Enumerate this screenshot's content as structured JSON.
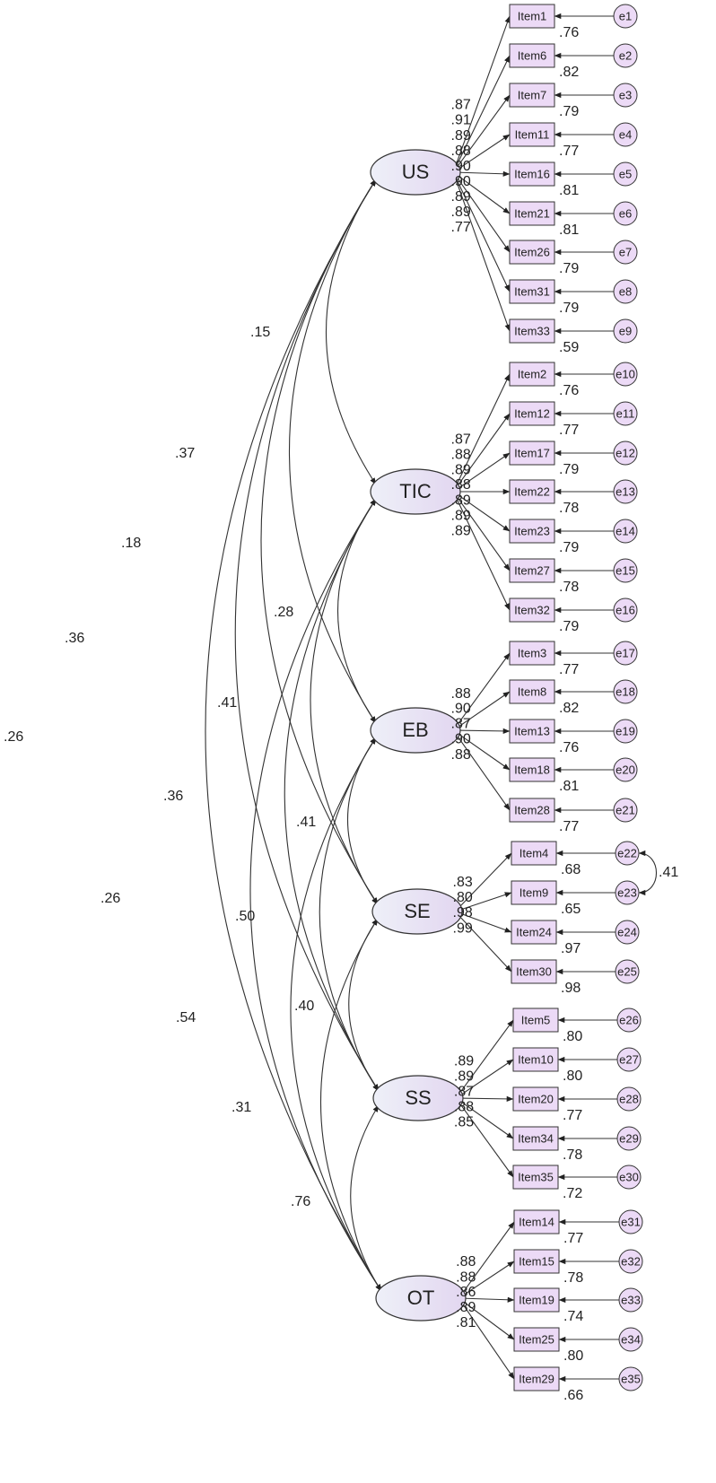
{
  "colors": {
    "latent_fill_from": "#eef0f8",
    "latent_fill_to": "#e2d6f0",
    "item_fill": "#ecdaf6",
    "error_fill": "#ecdaf6",
    "stroke": "#333333"
  },
  "latents": [
    {
      "id": "US",
      "label": "US"
    },
    {
      "id": "TIC",
      "label": "TIC"
    },
    {
      "id": "EB",
      "label": "EB"
    },
    {
      "id": "SE",
      "label": "SE"
    },
    {
      "id": "SS",
      "label": "SS"
    },
    {
      "id": "OT",
      "label": "OT"
    }
  ],
  "items": [
    {
      "label": "Item1",
      "latent": "US",
      "loading": ".87",
      "r2": ".76",
      "error": "e1"
    },
    {
      "label": "Item6",
      "latent": "US",
      "loading": ".91",
      "r2": ".82",
      "error": "e2"
    },
    {
      "label": "Item7",
      "latent": "US",
      "loading": ".89",
      "r2": ".79",
      "error": "e3"
    },
    {
      "label": "Item11",
      "latent": "US",
      "loading": ".88",
      "r2": ".77",
      "error": "e4"
    },
    {
      "label": "Item16",
      "latent": "US",
      "loading": ".90",
      "r2": ".81",
      "error": "e5"
    },
    {
      "label": "Item21",
      "latent": "US",
      "loading": ".90",
      "r2": ".81",
      "error": "e6"
    },
    {
      "label": "Item26",
      "latent": "US",
      "loading": ".89",
      "r2": ".79",
      "error": "e7"
    },
    {
      "label": "Item31",
      "latent": "US",
      "loading": ".89",
      "r2": ".79",
      "error": "e8"
    },
    {
      "label": "Item33",
      "latent": "US",
      "loading": ".77",
      "r2": ".59",
      "error": "e9"
    },
    {
      "label": "Item2",
      "latent": "TIC",
      "loading": ".87",
      "r2": ".76",
      "error": "e10"
    },
    {
      "label": "Item12",
      "latent": "TIC",
      "loading": ".88",
      "r2": ".77",
      "error": "e11"
    },
    {
      "label": "Item17",
      "latent": "TIC",
      "loading": ".89",
      "r2": ".79",
      "error": "e12"
    },
    {
      "label": "Item22",
      "latent": "TIC",
      "loading": ".88",
      "r2": ".78",
      "error": "e13"
    },
    {
      "label": "Item23",
      "latent": "TIC",
      "loading": ".89",
      "r2": ".79",
      "error": "e14"
    },
    {
      "label": "Item27",
      "latent": "TIC",
      "loading": ".89",
      "r2": ".78",
      "error": "e15"
    },
    {
      "label": "Item32",
      "latent": "TIC",
      "loading": ".89",
      "r2": ".79",
      "error": "e16"
    },
    {
      "label": "Item3",
      "latent": "EB",
      "loading": ".88",
      "r2": ".77",
      "error": "e17"
    },
    {
      "label": "Item8",
      "latent": "EB",
      "loading": ".90",
      "r2": ".82",
      "error": "e18"
    },
    {
      "label": "Item13",
      "latent": "EB",
      "loading": ".87",
      "r2": ".76",
      "error": "e19"
    },
    {
      "label": "Item18",
      "latent": "EB",
      "loading": ".90",
      "r2": ".81",
      "error": "e20"
    },
    {
      "label": "Item28",
      "latent": "EB",
      "loading": ".88",
      "r2": ".77",
      "error": "e21"
    },
    {
      "label": "Item4",
      "latent": "SE",
      "loading": ".83",
      "r2": ".68",
      "error": "e22"
    },
    {
      "label": "Item9",
      "latent": "SE",
      "loading": ".80",
      "r2": ".65",
      "error": "e23"
    },
    {
      "label": "Item24",
      "latent": "SE",
      "loading": ".98",
      "r2": ".97",
      "error": "e24"
    },
    {
      "label": "Item30",
      "latent": "SE",
      "loading": ".99",
      "r2": ".98",
      "error": "e25"
    },
    {
      "label": "Item5",
      "latent": "SS",
      "loading": ".89",
      "r2": ".80",
      "error": "e26"
    },
    {
      "label": "Item10",
      "latent": "SS",
      "loading": ".89",
      "r2": ".80",
      "error": "e27"
    },
    {
      "label": "Item20",
      "latent": "SS",
      "loading": ".87",
      "r2": ".77",
      "error": "e28"
    },
    {
      "label": "Item34",
      "latent": "SS",
      "loading": ".88",
      "r2": ".78",
      "error": "e29"
    },
    {
      "label": "Item35",
      "latent": "SS",
      "loading": ".85",
      "r2": ".72",
      "error": "e30"
    },
    {
      "label": "Item14",
      "latent": "OT",
      "loading": ".88",
      "r2": ".77",
      "error": "e31"
    },
    {
      "label": "Item15",
      "latent": "OT",
      "loading": ".88",
      "r2": ".78",
      "error": "e32"
    },
    {
      "label": "Item19",
      "latent": "OT",
      "loading": ".86",
      "r2": ".74",
      "error": "e33"
    },
    {
      "label": "Item25",
      "latent": "OT",
      "loading": ".89",
      "r2": ".80",
      "error": "e34"
    },
    {
      "label": "Item29",
      "latent": "OT",
      "loading": ".81",
      "r2": ".66",
      "error": "e35"
    }
  ],
  "correlations": [
    {
      "from": "US",
      "to": "TIC",
      "value": ".15"
    },
    {
      "from": "US",
      "to": "EB",
      "value": ".37"
    },
    {
      "from": "US",
      "to": "SE",
      "value": ".18"
    },
    {
      "from": "US",
      "to": "SS",
      "value": ".36"
    },
    {
      "from": "US",
      "to": "OT",
      "value": ".26"
    },
    {
      "from": "TIC",
      "to": "EB",
      "value": ".28"
    },
    {
      "from": "TIC",
      "to": "SE",
      "value": ".41"
    },
    {
      "from": "TIC",
      "to": "SS",
      "value": ".36"
    },
    {
      "from": "TIC",
      "to": "OT",
      "value": ".26"
    },
    {
      "from": "EB",
      "to": "SE",
      "value": ".41"
    },
    {
      "from": "EB",
      "to": "SS",
      "value": ".50"
    },
    {
      "from": "EB",
      "to": "OT",
      "value": ".54"
    },
    {
      "from": "SE",
      "to": "SS",
      "value": ".40"
    },
    {
      "from": "SE",
      "to": "OT",
      "value": ".31"
    },
    {
      "from": "SS",
      "to": "OT",
      "value": ".76"
    }
  ],
  "error_covariances": [
    {
      "from": "e22",
      "to": "e23",
      "value": ".41"
    }
  ]
}
